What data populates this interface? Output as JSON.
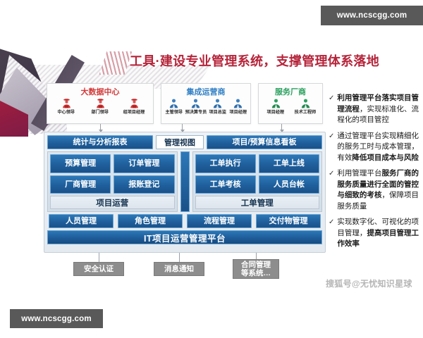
{
  "brand": {
    "top_url": "www.ncscgg.com",
    "bottom_url": "www.ncscgg.com"
  },
  "title": "工具·建设专业管理系统，支撑管理体系落地",
  "title_color": "#b5243a",
  "roles": [
    {
      "name": "大数据中心",
      "color": "#d33a3a",
      "icon": "police-officer-icon",
      "people": [
        "中心领导",
        "部门领导",
        "组项目经理"
      ]
    },
    {
      "name": "集成运营商",
      "color": "#2f7fc4",
      "icon": "business-person-icon",
      "people": [
        "主管领导",
        "预决算专员",
        "项目总监",
        "项目经理"
      ]
    },
    {
      "name": "服务厂商",
      "color": "#2aa05e",
      "icon": "engineer-icon",
      "people": [
        "项目经理",
        "技术工程师"
      ]
    }
  ],
  "platform": {
    "accent_color": "#1f5f9c",
    "top_row": {
      "left": "统计与分析报表",
      "center": "管理视图",
      "right": "项目/预算信息看板"
    },
    "groups": [
      {
        "label": "项目运营",
        "items": [
          "预算管理",
          "订单管理",
          "厂商管理",
          "报账登记"
        ]
      },
      {
        "label": "工单管理",
        "items": [
          "工单执行",
          "工单上线",
          "工单考核",
          "人员台帐"
        ]
      }
    ],
    "bottom_row": [
      "人员管理",
      "角色管理",
      "流程管理",
      "交付物管理"
    ],
    "platform_bar": "IT项目运营管理平台"
  },
  "support_systems": [
    "安全认证",
    "消息通知",
    "合同管理\n等系统…"
  ],
  "bullets": [
    {
      "marker": "✓",
      "segments": [
        {
          "text": "利用管理平台落实项目管理流程",
          "bold": true
        },
        {
          "text": "，实现标准化、流程化的项目管控",
          "bold": false
        }
      ]
    },
    {
      "marker": "✓",
      "segments": [
        {
          "text": "通过管理平台实现精细化的服务工时与成本管理，有效",
          "bold": false
        },
        {
          "text": "降低项目成本与风险",
          "bold": true
        }
      ]
    },
    {
      "marker": "✓",
      "segments": [
        {
          "text": "利用管理平台",
          "bold": false
        },
        {
          "text": "服务厂商的服务质量进行全面的管控与细致的考核",
          "bold": true
        },
        {
          "text": "，保障项目服务质量",
          "bold": false
        }
      ]
    },
    {
      "marker": "✓",
      "segments": [
        {
          "text": "实现数字化、可视化的项目管理，",
          "bold": false
        },
        {
          "text": "提高项目管理工作效率",
          "bold": true
        }
      ]
    }
  ],
  "watermark": "搜狐号@无忧知识星球"
}
